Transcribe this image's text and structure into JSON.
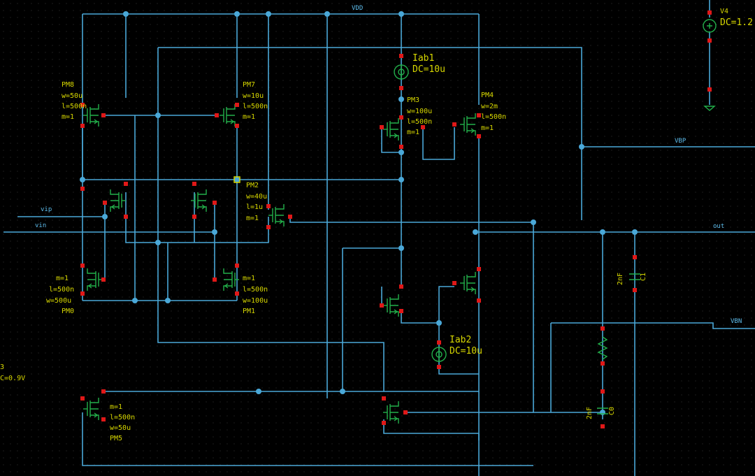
{
  "nets": {
    "vdd": "VDD",
    "vbp": "VBP",
    "vbn": "VBN",
    "out": "out",
    "vip": "vip",
    "vin": "vin"
  },
  "sources": {
    "v4_name": "V4",
    "v4_value": "DC=1.2",
    "ib1_name": "Iab1",
    "ib1_value": "DC=10u",
    "ib2_name": "Iab2",
    "ib2_value": "DC=10u",
    "v3_name": "3",
    "v3_value": "C=0.9V"
  },
  "transistors": {
    "pm8": {
      "name": "PM8",
      "w": "w=50u",
      "l": "l=500n",
      "m": "m=1"
    },
    "pm7": {
      "name": "PM7",
      "w": "w=10u",
      "l": "l=500n",
      "m": "m=1"
    },
    "pm3": {
      "name": "PM3",
      "w": "w=100u",
      "l": "l=500n",
      "m": "m=1"
    },
    "pm4": {
      "name": "PM4",
      "w": "w=2m",
      "l": "l=500n",
      "m": "m=1"
    },
    "pm2": {
      "name": "PM2",
      "w": "w=40u",
      "l": "l=1u",
      "m": "m=1"
    },
    "pm0": {
      "name": "PM0",
      "m": "m=1",
      "l": "l=500n",
      "w": "w=500u"
    },
    "pm1": {
      "name": "PM1",
      "m": "m=1",
      "l": "l=500n",
      "w": "w=100u"
    },
    "pm5": {
      "name": "PM5",
      "m": "m=1",
      "l": "l=500n",
      "w": "w=50u"
    }
  },
  "capacitors": {
    "c1_name": "C1",
    "c1_value": "2nF",
    "c0_name": "C0",
    "c0_value": "2nF"
  },
  "colors": {
    "wire": "#4aa8d8",
    "device": "#22b04a",
    "pin": "#e01818",
    "label": "#d8d800",
    "background": "#000000"
  }
}
